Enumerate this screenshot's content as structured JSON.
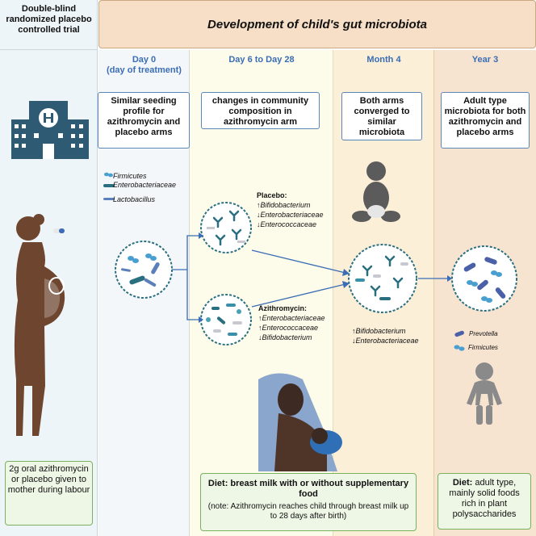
{
  "left": {
    "title": "Double-blind randomized placebo controlled trial",
    "treatment": "2g oral azithromycin or placebo given to mother during labour"
  },
  "header": {
    "title": "Development of child's gut microbiota"
  },
  "timepoints": [
    {
      "label": "Day 0",
      "sub": "(day of treatment)",
      "card": "Similar seeding profile for azithromycin and placebo arms"
    },
    {
      "label": "Day 6 to Day 28",
      "card": "changes in community composition in azithromycin arm"
    },
    {
      "label": "Month 4",
      "card": "Both arms converged to similar microbiota"
    },
    {
      "label": "Year 3",
      "card": "Adult type microbiota for both azithromycin and placebo arms"
    }
  ],
  "legend0": [
    "Firmicutes",
    "Enterobacteriaceae",
    "Lactobacillus"
  ],
  "placebo": {
    "title": "Placebo:",
    "items": [
      {
        "arrow": "↑",
        "name": "Bifidobacterium"
      },
      {
        "arrow": "↓",
        "name": "Enterobacteriaceae"
      },
      {
        "arrow": "↓",
        "name": "Enterococcaceae"
      }
    ]
  },
  "azithro": {
    "title": "Azithromycin:",
    "items": [
      {
        "arrow": "↑",
        "name": "Enterobacteriaceae"
      },
      {
        "arrow": "↑",
        "name": "Enterococcaceae"
      },
      {
        "arrow": "↓",
        "name": "Bifidobacterium"
      }
    ]
  },
  "month4": [
    {
      "arrow": "↑",
      "name": "Bifidobacterium"
    },
    {
      "arrow": "↓",
      "name": "Enterobacteriaceae"
    }
  ],
  "year3_legend": [
    "Prevotella",
    "Firmicutes"
  ],
  "diet1": {
    "title": "Diet: breast milk with or without supplementary food",
    "note": "(note: Azithromycin reaches child through breast milk up to 28 days after birth)"
  },
  "diet2": {
    "label": "Diet:",
    "text": "adult type, mainly solid foods rich in  plant polysaccharides"
  },
  "colors": {
    "accent_blue": "#3a6db5",
    "teal": "#2a6f80",
    "skin": "#6e4630",
    "building": "#2e5a73"
  }
}
